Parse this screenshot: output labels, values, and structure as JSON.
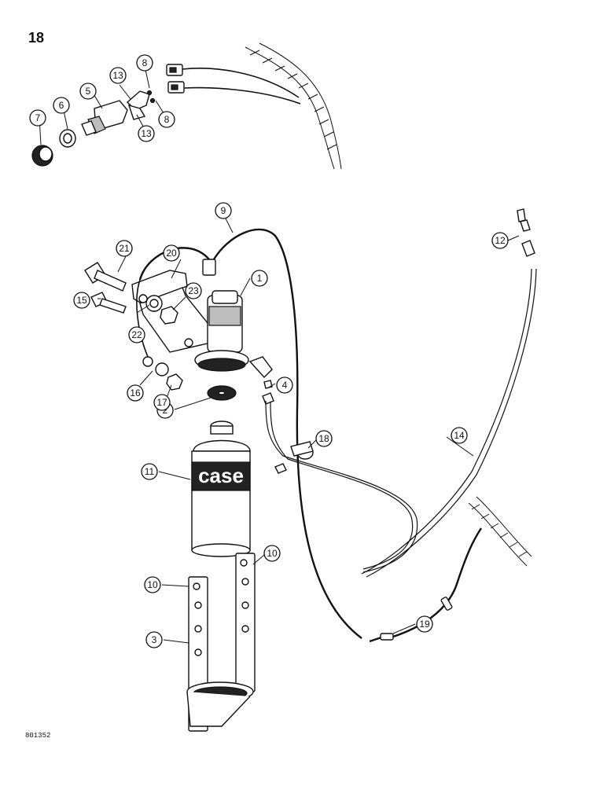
{
  "page_number": "18",
  "figure_code": "801352",
  "can_label": "case",
  "callouts": [
    "1",
    "2",
    "3",
    "4",
    "5",
    "6",
    "7",
    "8",
    "8",
    "9",
    "10",
    "10",
    "11",
    "12",
    "13",
    "13",
    "14",
    "15",
    "16",
    "17",
    "18",
    "19",
    "20",
    "21",
    "22",
    "23"
  ]
}
